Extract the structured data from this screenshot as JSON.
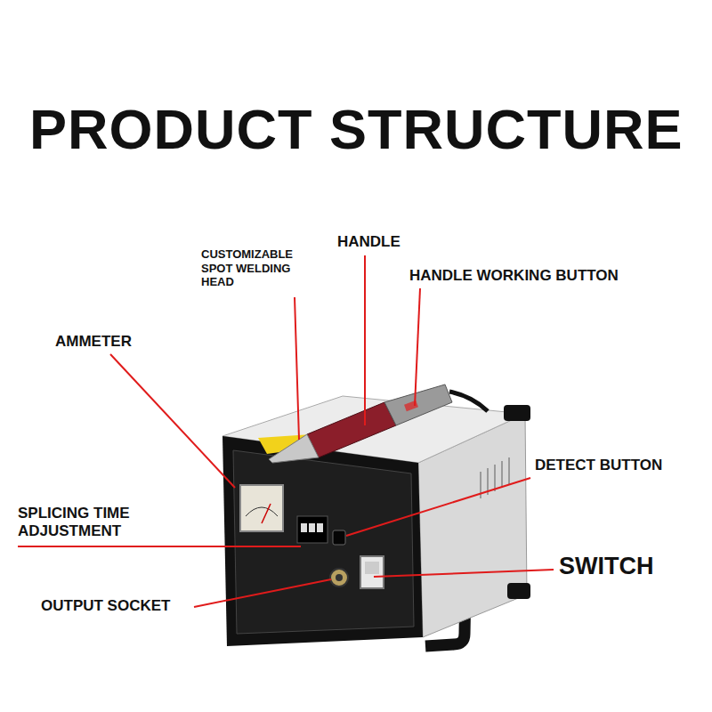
{
  "diagram": {
    "title": "PRODUCT STRUCTURE",
    "labels": [
      "CUSTOMIZABLE SPOT WELDING HEAD",
      "HANDLE",
      "HANDLE WORKING BUTTON",
      "AMMETER",
      "DETECT BUTTON",
      "SPLICING TIME ADJUSTMENT",
      "SWITCH",
      "OUTPUT SOCKET"
    ]
  }
}
